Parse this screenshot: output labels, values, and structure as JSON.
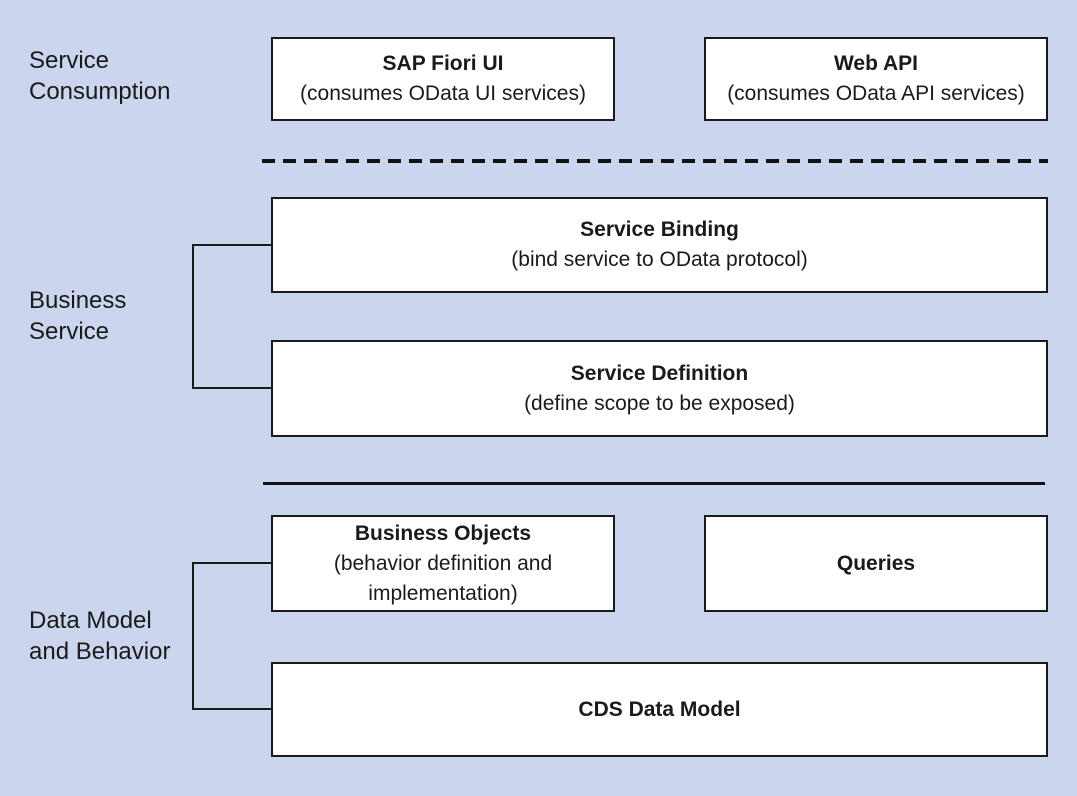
{
  "colors": {
    "background": "#cbd5ed",
    "box_fill": "#ffffff",
    "line": "#1a1a1a"
  },
  "layers": [
    {
      "name": "service-consumption",
      "label": "Service Consumption",
      "boxes": [
        {
          "title": "SAP Fiori UI",
          "subtitle": "(consumes OData UI services)"
        },
        {
          "title": "Web API",
          "subtitle": "(consumes OData API services)"
        }
      ]
    },
    {
      "name": "business-service",
      "label": "Business Service",
      "boxes": [
        {
          "title": "Service Binding",
          "subtitle": "(bind service to OData protocol)"
        },
        {
          "title": "Service Definition",
          "subtitle": "(define scope to be exposed)"
        }
      ]
    },
    {
      "name": "data-model-and-behavior",
      "label": "Data Model and Behavior",
      "boxes": [
        {
          "title": "Business Objects",
          "subtitle": "(behavior definition and implementation)"
        },
        {
          "title": "Queries"
        },
        {
          "title": "CDS Data Model"
        }
      ]
    }
  ]
}
